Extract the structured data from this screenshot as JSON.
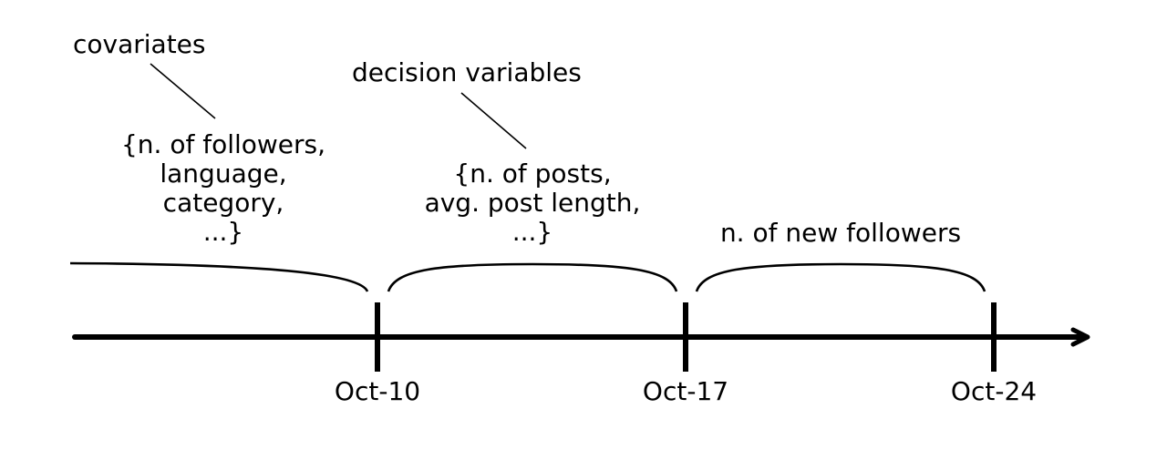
{
  "labels": {
    "covariates": "covariates",
    "decision_variables": "decision variables"
  },
  "covariate_list": {
    "line1": "{n. of followers,",
    "line2": "language,",
    "line3": "category,",
    "line4": "...}"
  },
  "decision_list": {
    "line1": "{n. of posts,",
    "line2": "avg. post length,",
    "line3": "...}"
  },
  "outcome": "n. of new followers",
  "timeline": {
    "ticks": [
      "Oct-10",
      "Oct-17",
      "Oct-24"
    ]
  },
  "colors": {
    "ink": "#000000",
    "background": "#ffffff"
  }
}
